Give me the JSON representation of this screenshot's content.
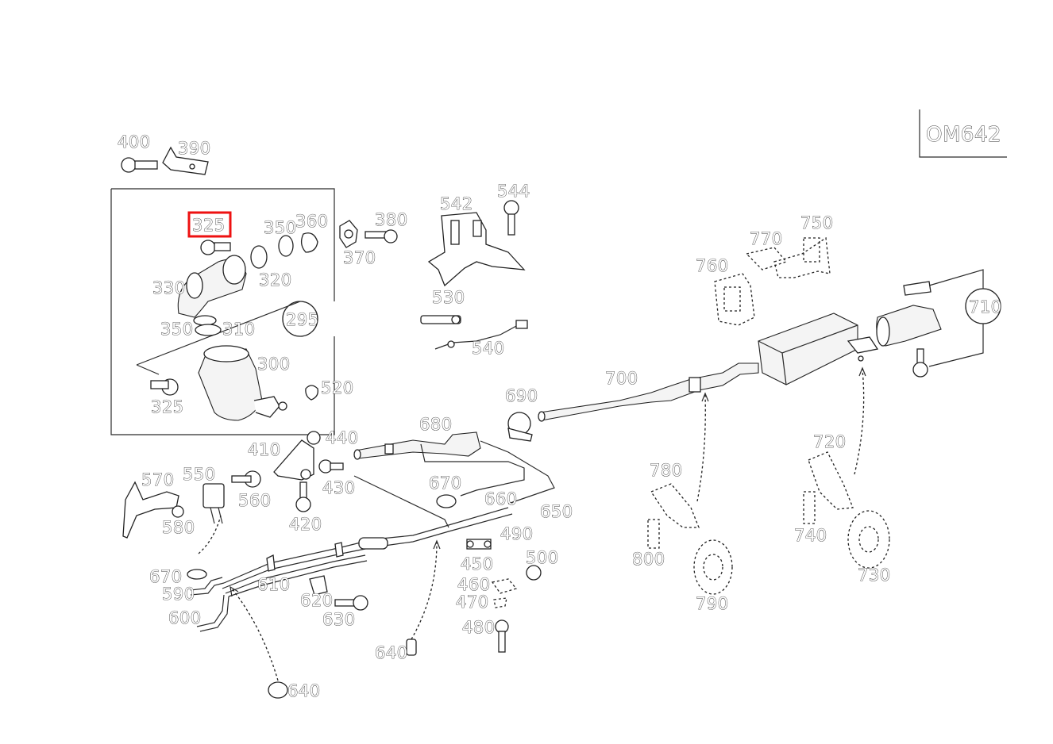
{
  "diagram": {
    "engine_code": "OM642",
    "highlighted_part": "325",
    "colors": {
      "highlight": "#ee1111",
      "line": "#2b2b2b",
      "background": "#ffffff"
    },
    "labels": {
      "l400": "400",
      "l390": "390",
      "l325a": "325",
      "l350a": "350",
      "l360": "360",
      "l380": "380",
      "l370": "370",
      "l542": "542",
      "l544": "544",
      "l330": "330",
      "l320": "320",
      "l295": "295",
      "l350b": "350",
      "l310": "310",
      "l300": "300",
      "l325b": "325",
      "l530": "530",
      "l540": "540",
      "l520": "520",
      "l770": "770",
      "l750": "750",
      "l760": "760",
      "l710": "710",
      "l700": "700",
      "l690": "690",
      "l680": "680",
      "l410": "410",
      "l440": "440",
      "l430": "430",
      "l420": "420",
      "l570": "570",
      "l550": "550",
      "l560": "560",
      "l580": "580",
      "l670a": "670",
      "l660": "660",
      "l650": "650",
      "l490": "490",
      "l500": "500",
      "l450": "450",
      "l460": "460",
      "l470": "470",
      "l480": "480",
      "l670b": "670",
      "l590": "590",
      "l610": "610",
      "l620": "620",
      "l630": "630",
      "l600": "600",
      "l640a": "640",
      "l640b": "640",
      "l780": "780",
      "l800": "800",
      "l790": "790",
      "l720": "720",
      "l740": "740",
      "l730": "730"
    }
  }
}
